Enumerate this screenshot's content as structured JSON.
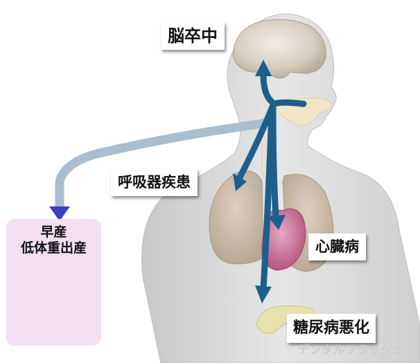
{
  "labels": {
    "stroke": "脳卒中",
    "respiratory": "呼吸器疾患",
    "heart": "心臓病",
    "diabetes": "糖尿病悪化",
    "pregnancy_line1": "早産",
    "pregnancy_line2": "低体重出産"
  },
  "watermark": "デンタルフラッシュ",
  "colors": {
    "arrow_main": "#1d5f8c",
    "arrow_light": "#a9bfd0",
    "arrow_blue_head": "#3a3ec0",
    "pregnancy_box": "#f2dff2",
    "embryo": "#b45fd4"
  }
}
